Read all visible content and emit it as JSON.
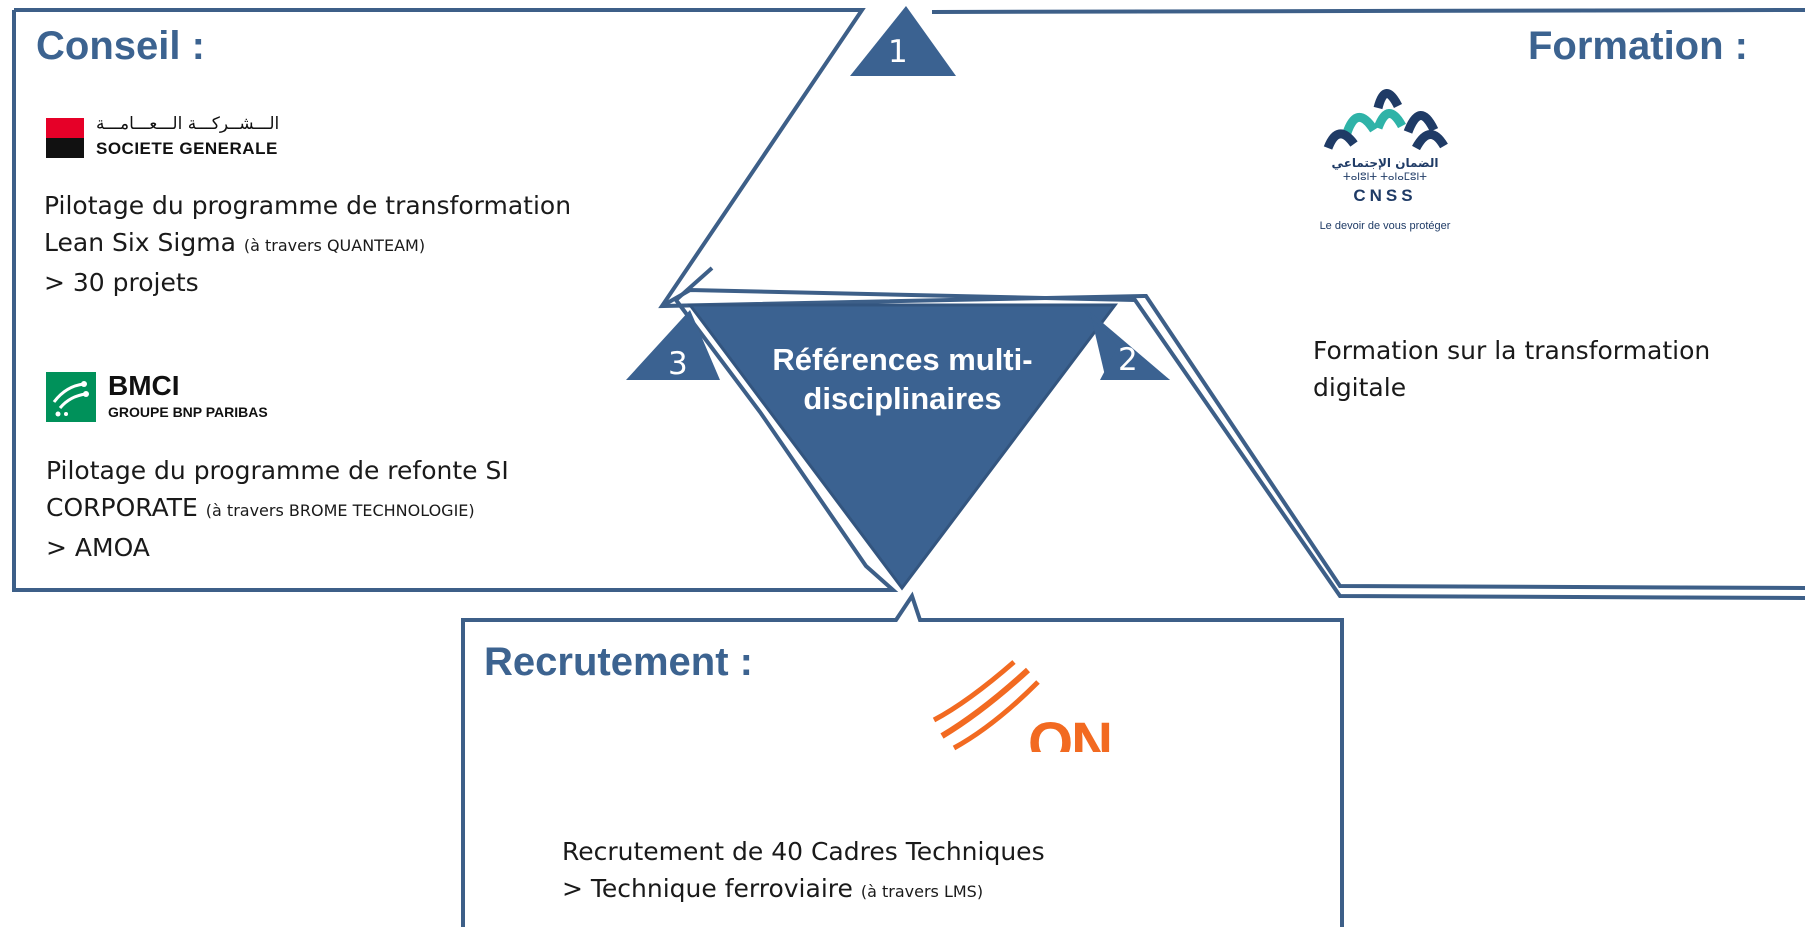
{
  "center_title_line1": "Références multi-",
  "center_title_line2": "disciplinaires",
  "step_numbers": [
    "1",
    "2",
    "3"
  ],
  "conseil": {
    "heading": "Conseil :",
    "client1": {
      "logo_text_ar": "الـــشــركـــة الـــعـــامـــة",
      "logo_text": "SOCIETE GENERALE",
      "desc_line1": "Pilotage du programme de transformation",
      "desc_line2": "Lean Six Sigma",
      "desc_line2_note": "(à travers QUANTEAM)",
      "desc_line3": "> 30 projets"
    },
    "client2": {
      "logo_title": "BMCI",
      "logo_subtitle": "GROUPE BNP PARIBAS",
      "desc_line1": "Pilotage du programme de refonte SI",
      "desc_line2": "CORPORATE",
      "desc_line2_note": "(à travers BROME TECHNOLOGIE)",
      "desc_line3": "> AMOA"
    }
  },
  "formation": {
    "heading": "Formation :",
    "logo_text_ar": "الضمان الإجتماعي",
    "logo_text_tifinagh": "ⵜⴰⵏⵓⵏⵜ ⵜⴰⵏⴰⵎⵓⵏⵜ",
    "logo_text": "CNSS",
    "logo_tagline": "Le devoir de vous protéger",
    "desc_line1": "Formation sur la transformation",
    "desc_line2": "digitale"
  },
  "recrutement": {
    "heading": "Recrutement :",
    "logo_text": "ON",
    "desc_line1": "Recrutement de 40 Cadres Techniques",
    "desc_line2": "> Technique ferroviaire",
    "desc_line2_note": "(à travers LMS)"
  },
  "colors": {
    "accent": "#3c6390",
    "frame": "#3d5f88",
    "triangle": "#3b6291",
    "sg_red": "#e60028",
    "bmci_green": "#00915a",
    "cnss_navy": "#1f3b66",
    "cnss_teal": "#2fb3a8",
    "oncf_orange": "#f26a21"
  }
}
